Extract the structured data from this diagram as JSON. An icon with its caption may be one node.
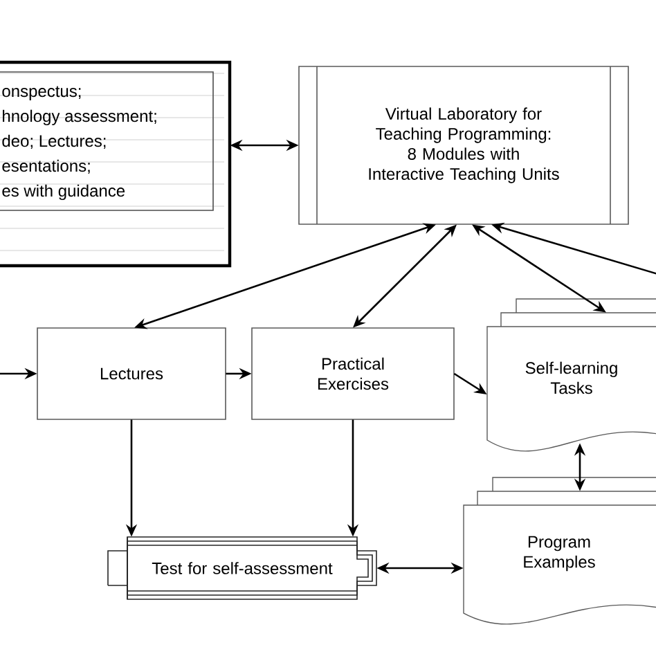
{
  "diagram": {
    "nodes": [
      {
        "text": [
          "onspectus;",
          "hnology assessment;",
          "deo; Lectures;",
          "esentations;",
          "es with guidance"
        ]
      },
      {
        "text": [
          "Virtual Laboratory for Teaching Programming: 8 Modules with Interactive Teaching Units"
        ]
      },
      {
        "text": [
          "Lectures"
        ]
      },
      {
        "text": [
          "Practical Exercises"
        ]
      },
      {
        "text": [
          "Self-learning Tasks"
        ]
      },
      {
        "text": [
          "Test for self-assessment"
        ]
      },
      {
        "text": [
          "Program Examples"
        ]
      }
    ],
    "edges": [
      {
        "from": 0,
        "to": 1,
        "arrow": "both"
      },
      {
        "from": 1,
        "to": 2,
        "arrow": "both"
      },
      {
        "from": 1,
        "to": 3,
        "arrow": "both"
      },
      {
        "from": 1,
        "to": 4,
        "arrow": "both"
      },
      {
        "from": null,
        "to": 1,
        "arrow": "to"
      },
      {
        "from": null,
        "to": 2,
        "arrow": "to"
      },
      {
        "from": 2,
        "to": 3,
        "arrow": "to"
      },
      {
        "from": 3,
        "to": 4,
        "arrow": "to"
      },
      {
        "from": 2,
        "to": 5,
        "arrow": "to"
      },
      {
        "from": 3,
        "to": 5,
        "arrow": "to"
      },
      {
        "from": 5,
        "to": 6,
        "arrow": "both"
      },
      {
        "from": 4,
        "to": 6,
        "arrow": "both"
      }
    ]
  }
}
